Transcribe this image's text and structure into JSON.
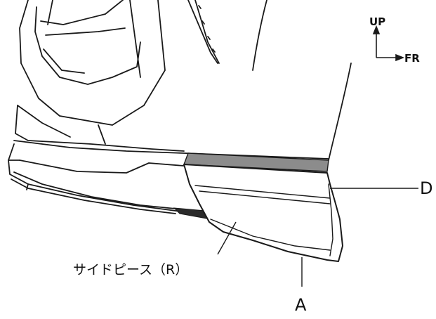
{
  "orientation": {
    "up_label": "UP",
    "forward_label": "FR"
  },
  "callouts": {
    "part_name": "サイドピース（R）",
    "point_a": "A",
    "point_d": "D"
  },
  "colors": {
    "line": "#1a1a1a",
    "tape_strip": "#8c8c8c",
    "dark_trim": "#2b2b2b",
    "background": "#ffffff"
  }
}
